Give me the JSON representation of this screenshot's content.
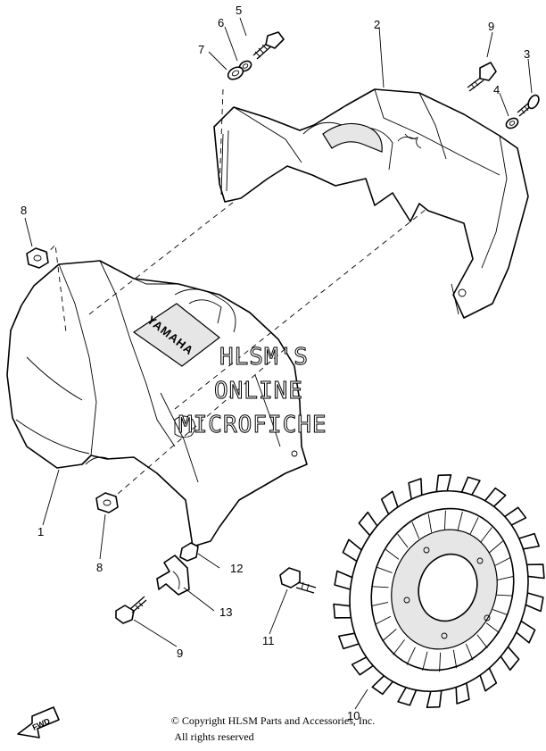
{
  "callouts": {
    "c1": "1",
    "c2": "2",
    "c3": "3",
    "c4": "4",
    "c5": "5",
    "c6": "6",
    "c7": "7",
    "c8a": "8",
    "c8b": "8",
    "c9a": "9",
    "c9b": "9",
    "c10": "10",
    "c11": "11",
    "c12": "12",
    "c13": "13"
  },
  "brand_label": "YAMAHA",
  "watermark": {
    "line1": "HLSM'S",
    "line2": "ONLINE",
    "line3": "MICROFICHE"
  },
  "fwd_label": "FWD",
  "copyright": {
    "line1": "© Copyright HLSM Parts and Accessories, Inc.",
    "line2": "All rights reserved"
  }
}
